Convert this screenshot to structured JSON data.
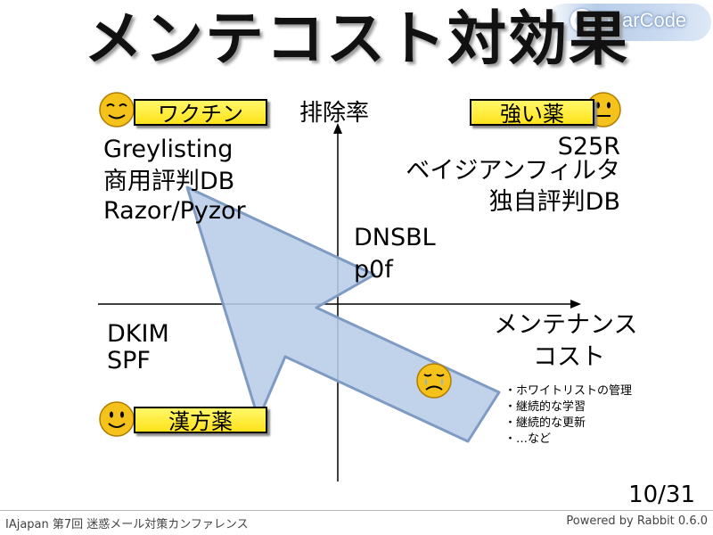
{
  "title": "メンテコスト対効果",
  "logo": {
    "text": "ClearCode"
  },
  "axes": {
    "y_label": "排除率",
    "x_label_line1": "メンテナンス",
    "x_label_line2": "コスト"
  },
  "quadrants": {
    "top_left": {
      "badge": "ワクチン",
      "items": [
        "Greylisting",
        "商用評判DB",
        "Razor/Pyzor"
      ]
    },
    "top_right": {
      "badge": "強い薬",
      "items": [
        "S25R",
        "ベイジアンフィルタ",
        "独自評判DB"
      ]
    },
    "center": {
      "items": [
        "DNSBL",
        "p0f"
      ]
    },
    "bottom_left": {
      "badge": "漢方薬",
      "items": [
        "DKIM",
        "SPF"
      ]
    }
  },
  "cost_notes": [
    "・ホワイトリストの管理",
    "・継続的な学習",
    "・継続的な更新",
    "・…など"
  ],
  "page_number": "10/31",
  "footer": {
    "left": "IAjapan 第7回 迷惑メール対策カンファレンス",
    "right": "Powered by Rabbit 0.6.0"
  },
  "colors": {
    "badge": "#ffe21a",
    "arrow_fill": "#b8cde8",
    "arrow_stroke": "#7f9bc4",
    "face": "#f5c21b"
  }
}
